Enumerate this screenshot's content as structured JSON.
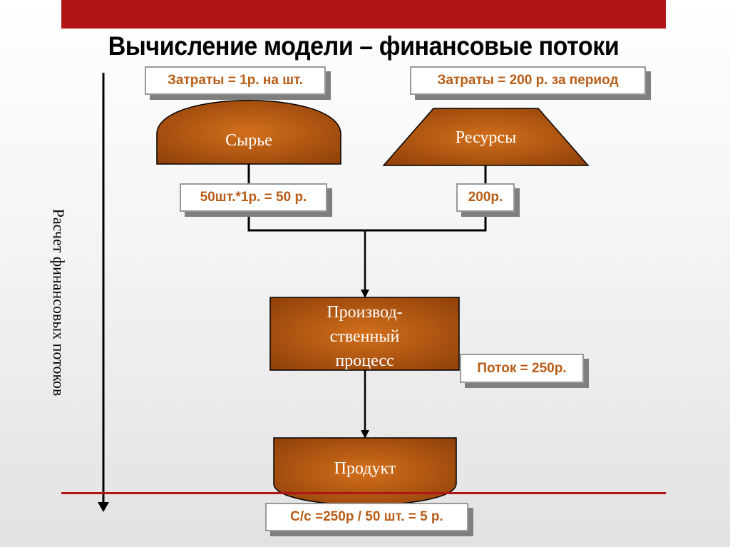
{
  "title": "Вычисление модели – финансовые потоки",
  "side_label": "Расчет финансовых потоков",
  "callouts": {
    "cost_per_unit": "Затраты = 1р. на шт.",
    "cost_per_period": "Затраты = 200 р. за период",
    "raw_calc": "50шт.*1р. = 50 р.",
    "resources_calc": "200р.",
    "flow": "Поток = 250р.",
    "unit_cost": "С/с =250р / 50 шт. = 5 р."
  },
  "shapes": {
    "raw": "Сырье",
    "resources": "Ресурсы",
    "process_lines": [
      "Производ-",
      "ственный",
      "процесс"
    ],
    "product": "Продукт"
  },
  "colors": {
    "accent_red": "#b11516",
    "shape_fill_dark": "#8a3c08",
    "shape_fill_light": "#d26f1b",
    "callout_text": "#b85c16"
  }
}
